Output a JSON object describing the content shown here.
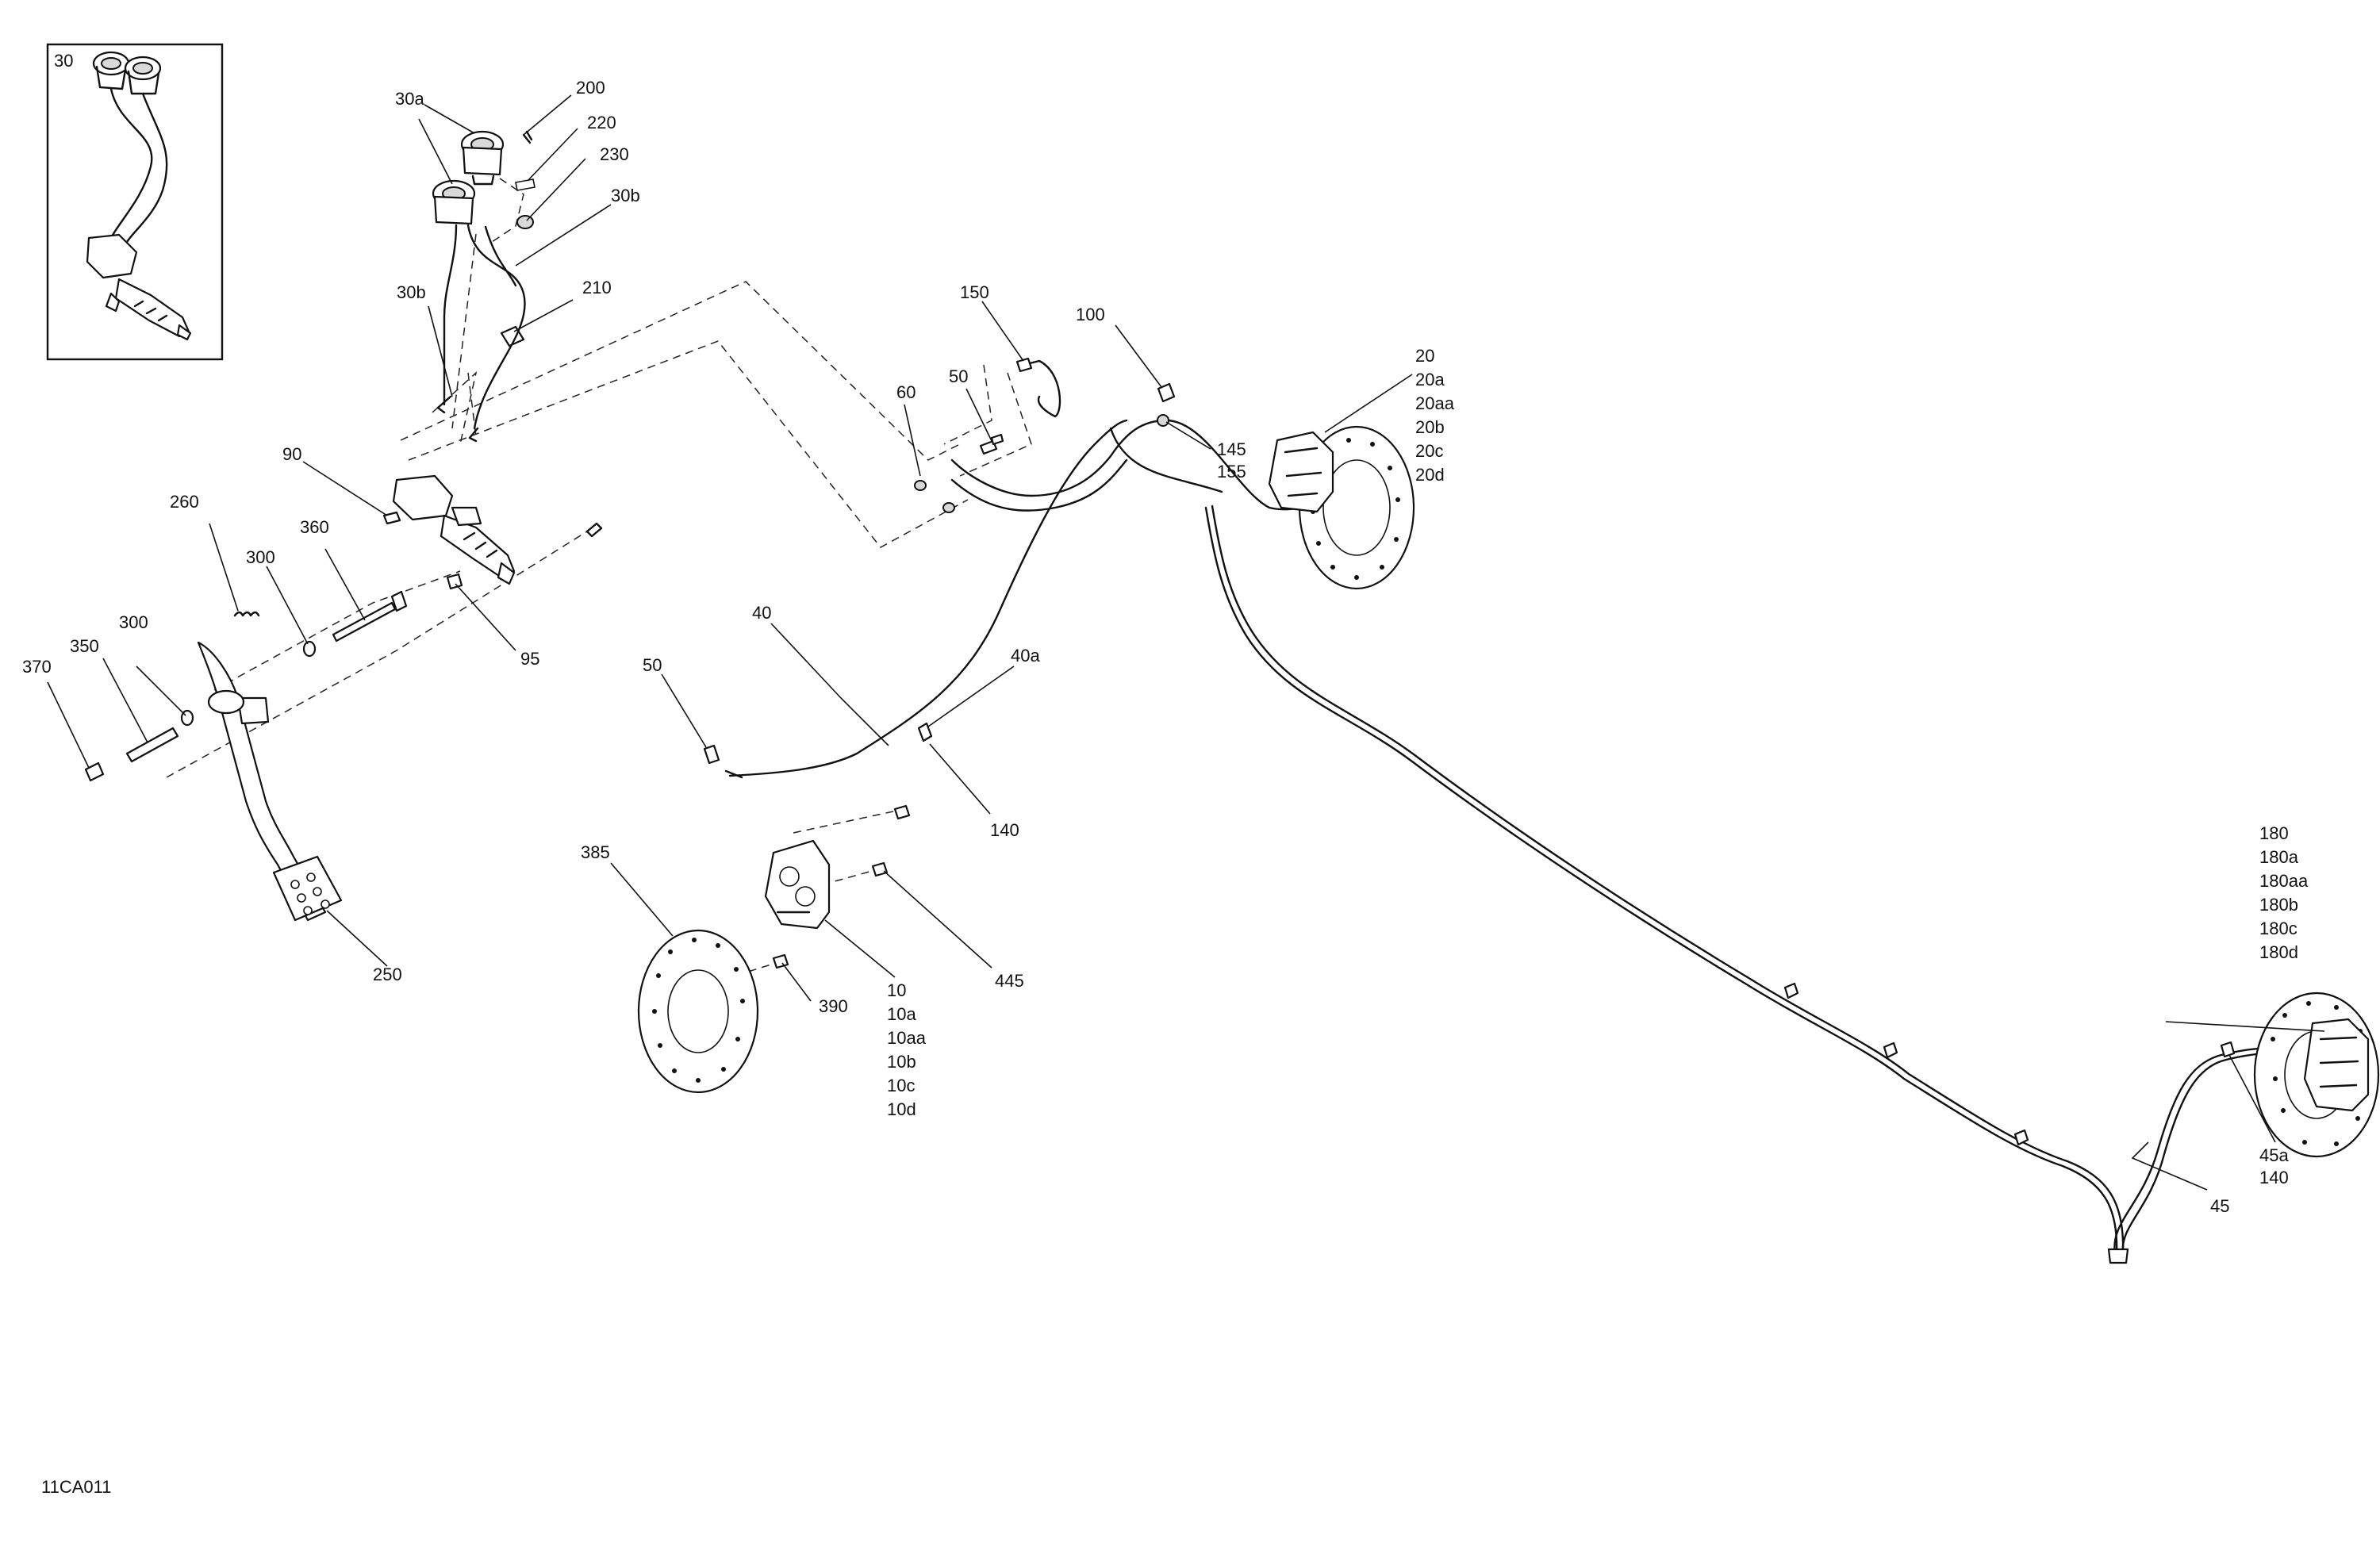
{
  "figure_code": "11CA011",
  "inset_label": "30",
  "callouts": [
    {
      "id": "30a",
      "label": "30a"
    },
    {
      "id": "200",
      "label": "200"
    },
    {
      "id": "220",
      "label": "220"
    },
    {
      "id": "230",
      "label": "230"
    },
    {
      "id": "30b-upper",
      "label": "30b"
    },
    {
      "id": "210",
      "label": "210"
    },
    {
      "id": "30b-lower",
      "label": "30b"
    },
    {
      "id": "90",
      "label": "90"
    },
    {
      "id": "95",
      "label": "95"
    },
    {
      "id": "260",
      "label": "260"
    },
    {
      "id": "300-upper",
      "label": "300"
    },
    {
      "id": "360",
      "label": "360"
    },
    {
      "id": "300-lower",
      "label": "300"
    },
    {
      "id": "350",
      "label": "350"
    },
    {
      "id": "370",
      "label": "370"
    },
    {
      "id": "250",
      "label": "250"
    },
    {
      "id": "150",
      "label": "150"
    },
    {
      "id": "100",
      "label": "100"
    },
    {
      "id": "60",
      "label": "60"
    },
    {
      "id": "50-upper",
      "label": "50"
    },
    {
      "id": "145",
      "label": "145"
    },
    {
      "id": "155",
      "label": "155"
    },
    {
      "id": "40",
      "label": "40"
    },
    {
      "id": "40a",
      "label": "40a"
    },
    {
      "id": "50-lower",
      "label": "50"
    },
    {
      "id": "140-front",
      "label": "140"
    },
    {
      "id": "385",
      "label": "385"
    },
    {
      "id": "390",
      "label": "390"
    },
    {
      "id": "445",
      "label": "445"
    },
    {
      "id": "45",
      "label": "45"
    },
    {
      "id": "45a",
      "label": "45a"
    },
    {
      "id": "140-rear",
      "label": "140"
    }
  ],
  "label_stacks": {
    "front_left_caliper": [
      "10",
      "10a",
      "10aa",
      "10b",
      "10c",
      "10d"
    ],
    "front_right_caliper": [
      "20",
      "20a",
      "20aa",
      "20b",
      "20c",
      "20d"
    ],
    "rear_caliper": [
      "180",
      "180a",
      "180aa",
      "180b",
      "180c",
      "180d"
    ]
  }
}
